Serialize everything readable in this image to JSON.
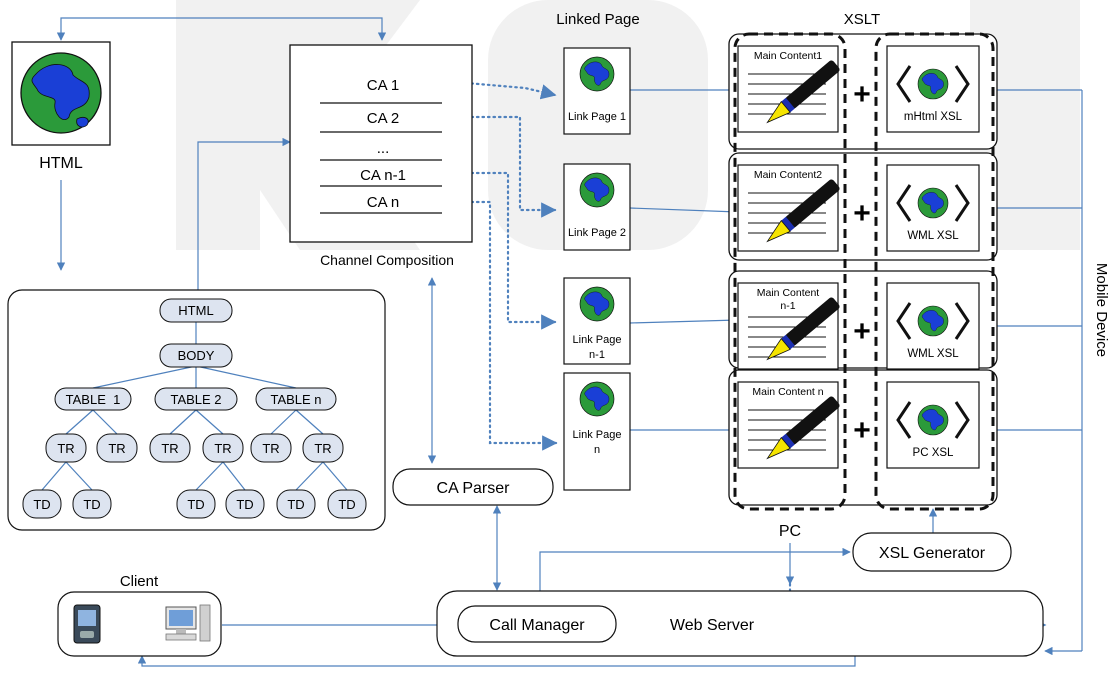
{
  "labels": {
    "html_caption": "HTML",
    "channel_composition": "Channel Composition",
    "linked_page": "Linked Page",
    "xslt": "XSLT",
    "mobile_device": "Mobile Device",
    "pc": "PC",
    "client": "Client",
    "ca_parser": "CA Parser",
    "call_manager": "Call Manager",
    "web_server": "Web Server",
    "xsl_generator": "XSL Generator"
  },
  "channel_items": [
    "CA 1",
    "CA 2",
    "...",
    "CA n-1",
    "CA n"
  ],
  "dom_tree": {
    "html": "HTML",
    "body": "BODY",
    "tables": [
      "TABLE  1",
      "TABLE 2",
      "TABLE n"
    ],
    "trs": [
      "TR",
      "TR",
      "TR",
      "TR",
      "TR",
      "TR"
    ],
    "tds": [
      "TD",
      "TD",
      "TD",
      "TD",
      "TD",
      "TD"
    ]
  },
  "linked_pages": [
    {
      "lines": [
        "Link Page 1"
      ]
    },
    {
      "lines": [
        "Link Page 2"
      ]
    },
    {
      "lines": [
        "Link Page",
        "n-1"
      ]
    },
    {
      "lines": [
        "Link Page",
        "n"
      ]
    }
  ],
  "xslt_rows": [
    {
      "content": [
        "Main Content1"
      ],
      "xsl": "mHtml XSL"
    },
    {
      "content": [
        "Main Content2"
      ],
      "xsl": "WML XSL"
    },
    {
      "content": [
        "Main Content",
        "n-1"
      ],
      "xsl": "WML XSL"
    },
    {
      "content": [
        "Main Content n"
      ],
      "xsl": "PC XSL"
    }
  ],
  "plus_sign": "+",
  "colors": {
    "connector": "#4f81bd",
    "globe_ocean": "#2b9a3a",
    "globe_land": "#1a3fd6",
    "pen_body": "#111111",
    "pen_tip": "#f5e400",
    "pen_band": "#1c2fb0",
    "background_watermark": "#f1f1f1"
  },
  "icons": [
    "globe-icon",
    "pen-icon",
    "code-brackets-icon",
    "pda-icon",
    "desktop-computer-icon"
  ]
}
